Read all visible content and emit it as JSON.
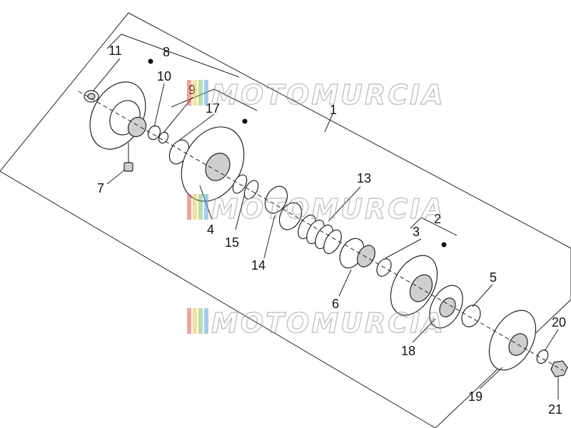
{
  "watermark": {
    "text": "MOTOMURCIA",
    "bar_colors": [
      "#e4574b",
      "#f2c84b",
      "#7ec36a",
      "#5aa0d8"
    ]
  },
  "labels": {
    "l1": "1",
    "l2": "2",
    "l3": "3",
    "l4": "4",
    "l5": "5",
    "l6": "6",
    "l7": "7",
    "l8": "8",
    "l9": "9",
    "l10": "10",
    "l11": "11",
    "l13": "13",
    "l14": "14",
    "l15": "15",
    "l17": "17",
    "l18": "18",
    "l19": "19",
    "l20": "20",
    "l21": "21"
  }
}
